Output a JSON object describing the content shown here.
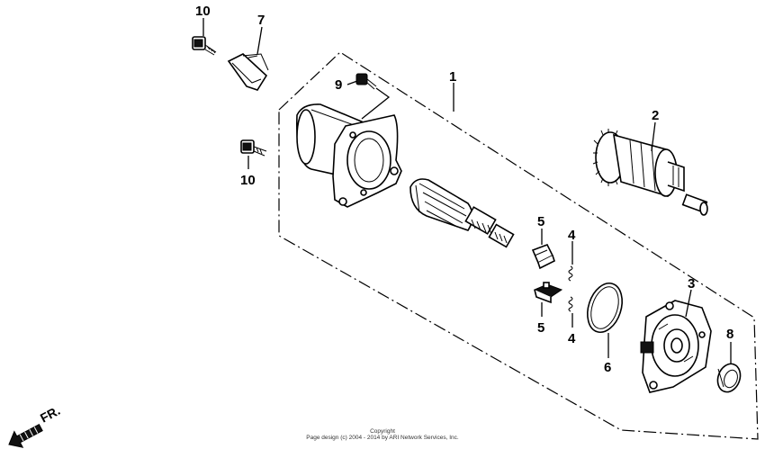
{
  "diagram": {
    "callouts": [
      {
        "id": "c10a",
        "text": "10"
      },
      {
        "id": "c7",
        "text": "7"
      },
      {
        "id": "c9",
        "text": "9"
      },
      {
        "id": "c1",
        "text": "1"
      },
      {
        "id": "c2",
        "text": "2"
      },
      {
        "id": "c10b",
        "text": "10"
      },
      {
        "id": "c5a",
        "text": "5"
      },
      {
        "id": "c4a",
        "text": "4"
      },
      {
        "id": "c3",
        "text": "3"
      },
      {
        "id": "c5b",
        "text": "5"
      },
      {
        "id": "c4b",
        "text": "4"
      },
      {
        "id": "c8",
        "text": "8"
      },
      {
        "id": "c6",
        "text": "6"
      }
    ],
    "direction_label": "FR.",
    "copyright_line1": "Copyright",
    "copyright_line2": "Page design (c) 2004 - 2014 by ARI Network Services, Inc."
  }
}
